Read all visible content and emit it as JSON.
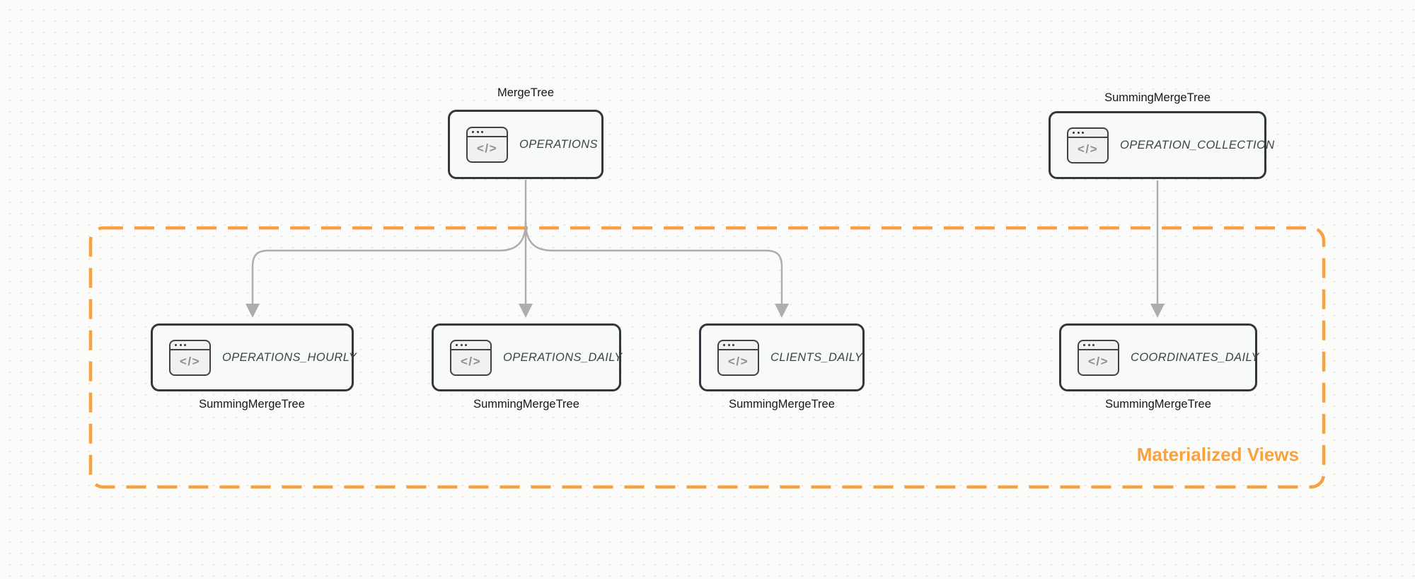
{
  "diagram_title": "",
  "colors": {
    "accent_orange": "#F9A13C",
    "connector_gray": "#ADADAD",
    "node_border": "#32373B",
    "node_fill": "#F8F9F9",
    "canvas_background": "#FBFBFA",
    "canvas_dot": "#E6E4E1",
    "engine_label_text": "#151719",
    "node_label_text": "#3E4347"
  },
  "icons": {
    "code_window_glyph": "</>"
  },
  "group": {
    "label": "Materialized Views",
    "members": [
      "OPERATIONS_HOURLY",
      "OPERATIONS_DAILY",
      "CLIENTS_DAILY",
      "COORDINATES_DAILY"
    ]
  },
  "nodes": {
    "operations": {
      "label": "OPERATIONS",
      "engine": "MergeTree"
    },
    "operation_collection": {
      "label": "OPERATION_COLLECTION",
      "engine": "SummingMergeTree"
    },
    "operations_hourly": {
      "label": "OPERATIONS_HOURLY",
      "engine": "SummingMergeTree"
    },
    "operations_daily": {
      "label": "OPERATIONS_DAILY",
      "engine": "SummingMergeTree"
    },
    "clients_daily": {
      "label": "CLIENTS_DAILY",
      "engine": "SummingMergeTree"
    },
    "coordinates_daily": {
      "label": "COORDINATES_DAILY",
      "engine": "SummingMergeTree"
    }
  },
  "edges": [
    {
      "from": "OPERATIONS",
      "to": "OPERATIONS_HOURLY"
    },
    {
      "from": "OPERATIONS",
      "to": "OPERATIONS_DAILY"
    },
    {
      "from": "OPERATIONS",
      "to": "CLIENTS_DAILY"
    },
    {
      "from": "OPERATION_COLLECTION",
      "to": "COORDINATES_DAILY"
    }
  ]
}
